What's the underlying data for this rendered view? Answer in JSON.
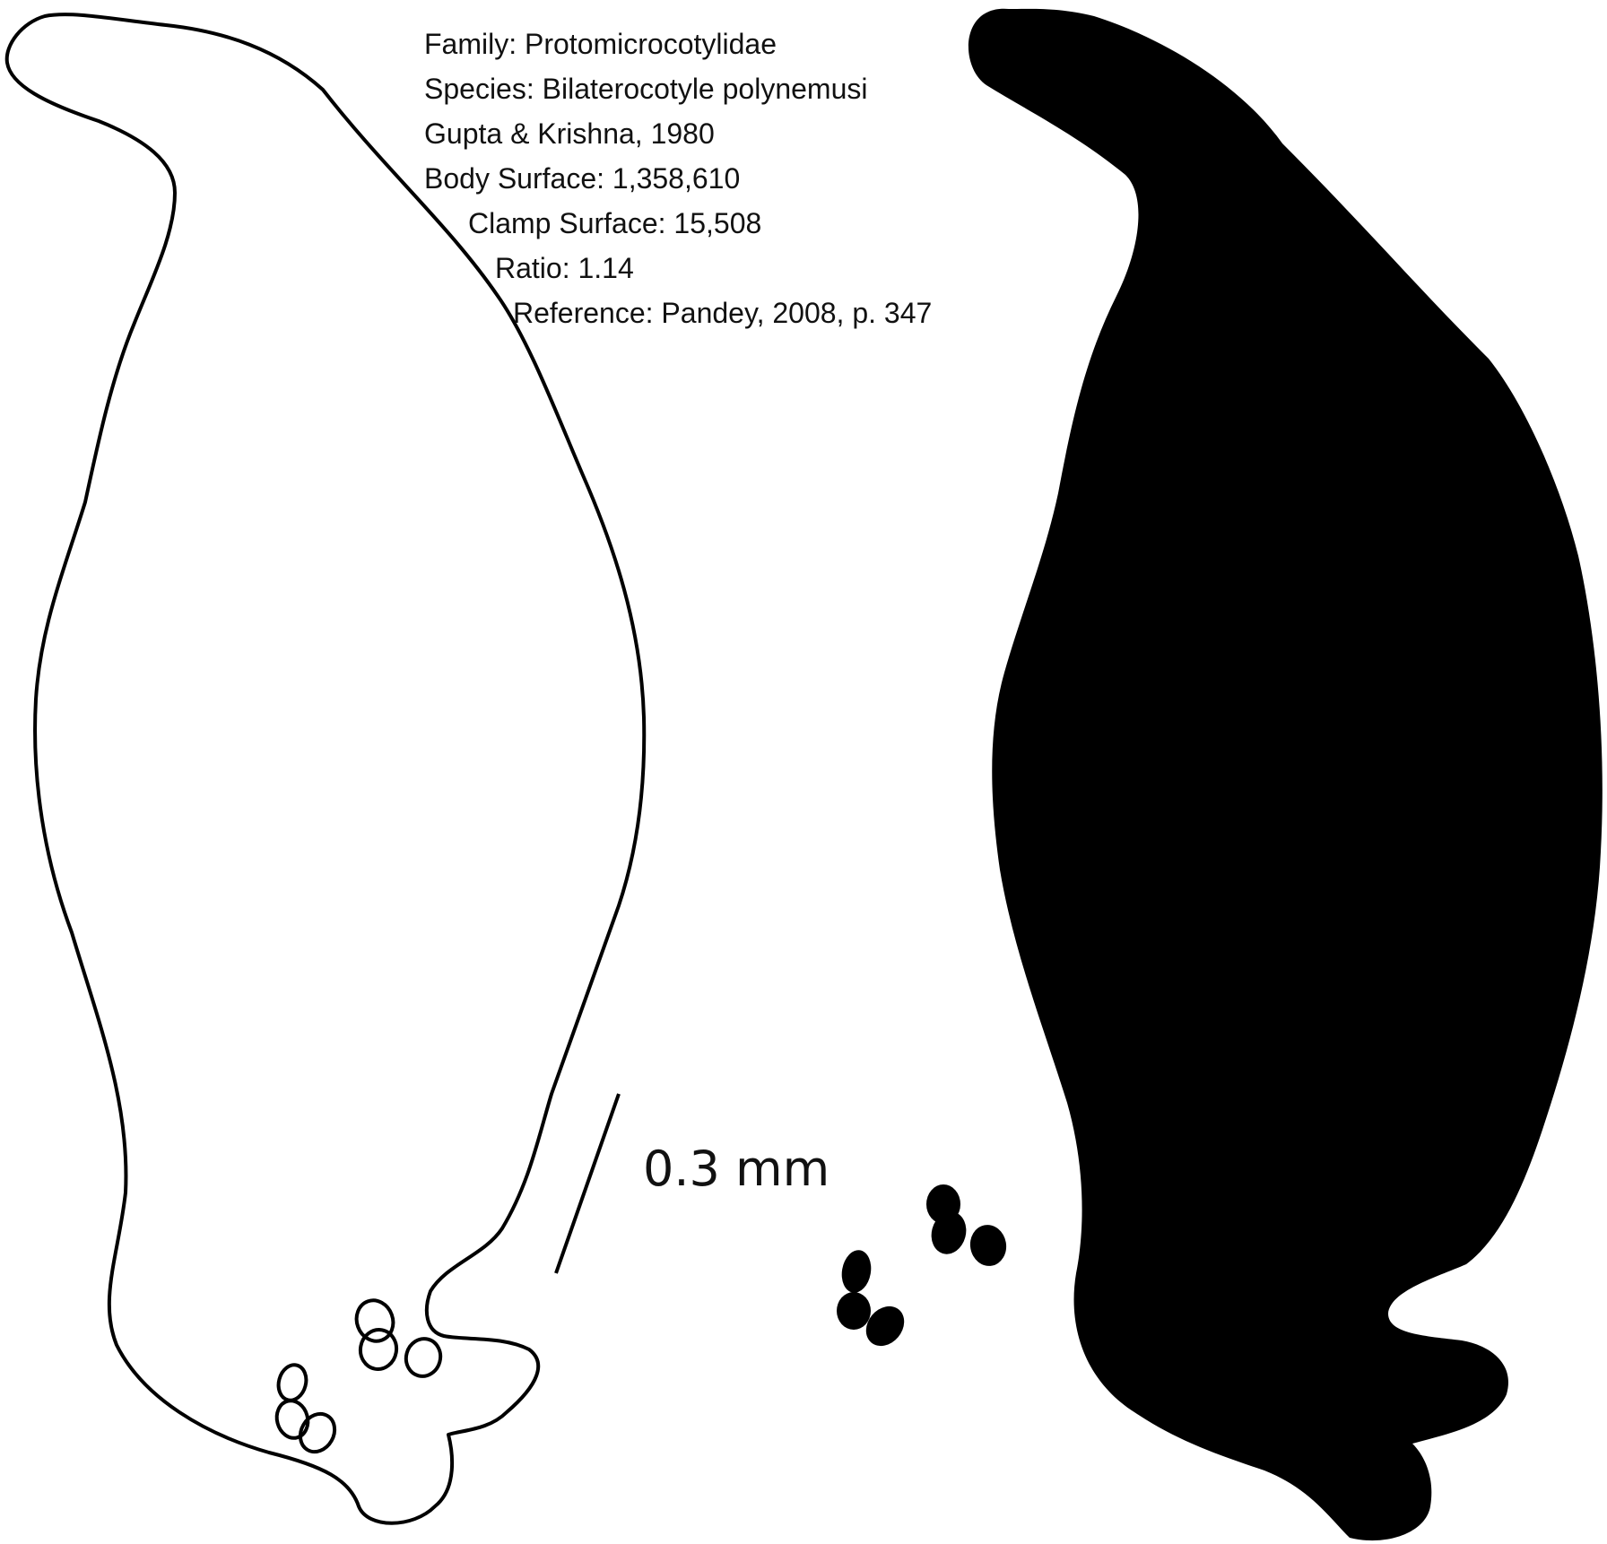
{
  "info": {
    "family": "Family: Protomicrocotylidae",
    "species": "Species: Bilaterocotyle polynemusi",
    "authority": "Gupta & Krishna, 1980",
    "body_surface": "Body Surface: 1,358,610",
    "clamp_surface": "Clamp Surface: 15,508",
    "ratio": "Ratio: 1.14",
    "reference": "Reference: Pandey, 2008, p. 347"
  },
  "scale_bar": {
    "label": "0.3 mm"
  },
  "colors": {
    "outline": "#000000",
    "fill": "#000000",
    "background": "#ffffff",
    "text": "#111111"
  }
}
